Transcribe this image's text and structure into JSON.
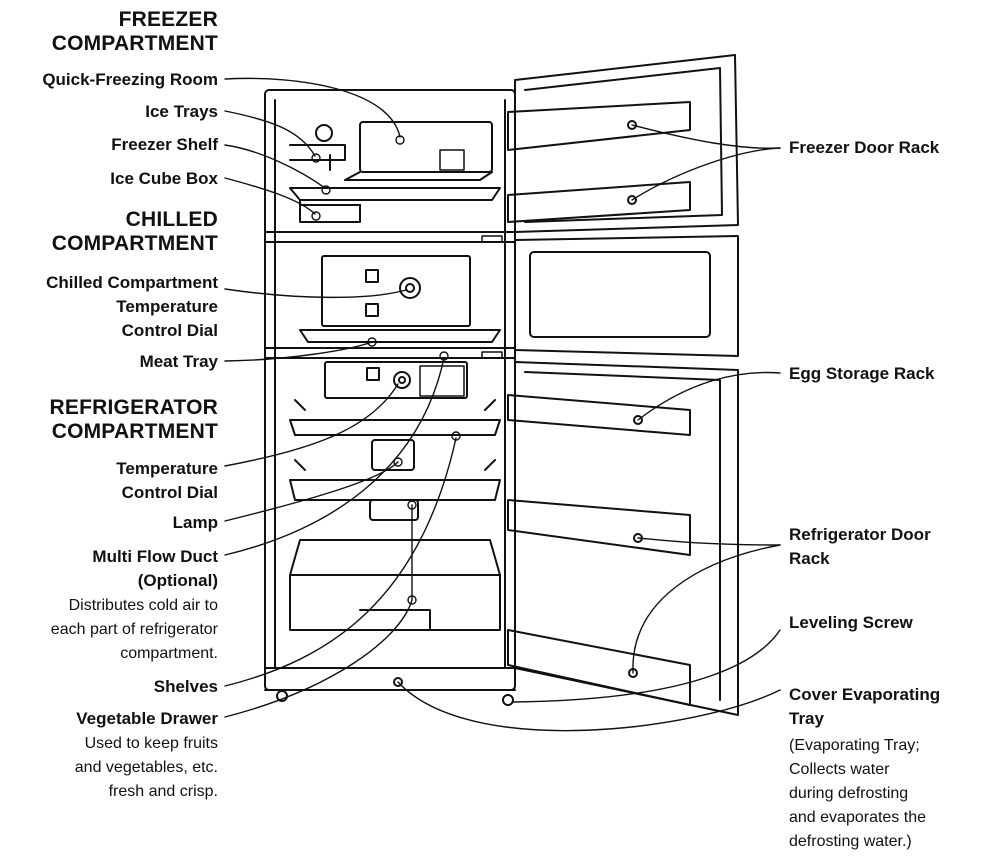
{
  "sections": {
    "freezer": [
      "FREEZER",
      "COMPARTMENT"
    ],
    "chilled": [
      "CHILLED",
      "COMPARTMENT"
    ],
    "refrigerator": [
      "REFRIGERATOR",
      "COMPARTMENT"
    ]
  },
  "left_labels": {
    "quick_freezing_room": "Quick-Freezing Room",
    "ice_trays": "Ice Trays",
    "freezer_shelf": "Freezer Shelf",
    "ice_cube_box": "Ice Cube Box",
    "chilled_dial": [
      "Chilled Compartment",
      "Temperature",
      "Control Dial"
    ],
    "meat_tray": "Meat Tray",
    "temp_dial": [
      "Temperature",
      "Control Dial"
    ],
    "lamp": "Lamp",
    "multi_flow_duct": [
      "Multi Flow Duct",
      "(Optional)"
    ],
    "multi_flow_desc": [
      "Distributes cold air to",
      "each part of refrigerator",
      "compartment."
    ],
    "shelves": "Shelves",
    "vegetable_drawer": "Vegetable Drawer",
    "vegetable_desc": [
      "Used to keep fruits",
      "and vegetables, etc.",
      "fresh and crisp."
    ]
  },
  "right_labels": {
    "freezer_door_rack": "Freezer Door Rack",
    "egg_storage_rack": "Egg Storage Rack",
    "refrigerator_door_rack": [
      "Refrigerator Door",
      "Rack"
    ],
    "leveling_screw": "Leveling Screw",
    "cover_evaporating_tray": [
      "Cover Evaporating",
      "Tray"
    ],
    "cover_desc": [
      "(Evaporating Tray;",
      "Collects water",
      "during defrosting",
      "and evaporates the",
      "defrosting water.)"
    ]
  }
}
